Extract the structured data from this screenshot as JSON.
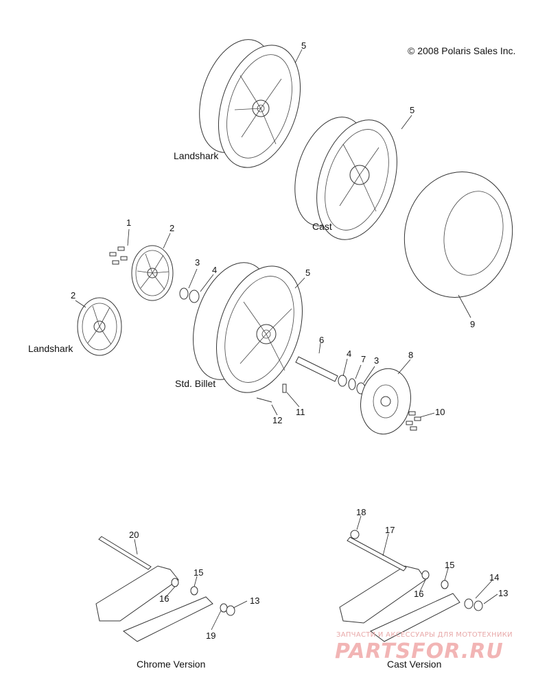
{
  "copyright": "© 2008 Polaris Sales Inc.",
  "section_labels": {
    "landshark_top": "Landshark",
    "cast": "Cast",
    "landshark_left": "Landshark",
    "std_billet": "Std. Billet",
    "chrome_version": "Chrome Version",
    "cast_version": "Cast Version"
  },
  "callouts": {
    "c5a": "5",
    "c5b": "5",
    "c9": "9",
    "c1": "1",
    "c2a": "2",
    "c2b": "2",
    "c3a": "3",
    "c4a": "4",
    "c5c": "5",
    "c6": "6",
    "c4b": "4",
    "c7": "7",
    "c3b": "3",
    "c8": "8",
    "c10": "10",
    "c11": "11",
    "c12": "12",
    "c20": "20",
    "c15a": "15",
    "c16a": "16",
    "c13a": "13",
    "c19": "19",
    "c18": "18",
    "c17": "17",
    "c15b": "15",
    "c16b": "16",
    "c14": "14",
    "c13b": "13"
  },
  "watermark": {
    "tagline": "ЗАПЧАСТИ И АКСЕССУАРЫ ДЛЯ МОТОТЕХНИКИ",
    "logo": "PARTSFOR.RU",
    "color": "#f2b5b5"
  }
}
